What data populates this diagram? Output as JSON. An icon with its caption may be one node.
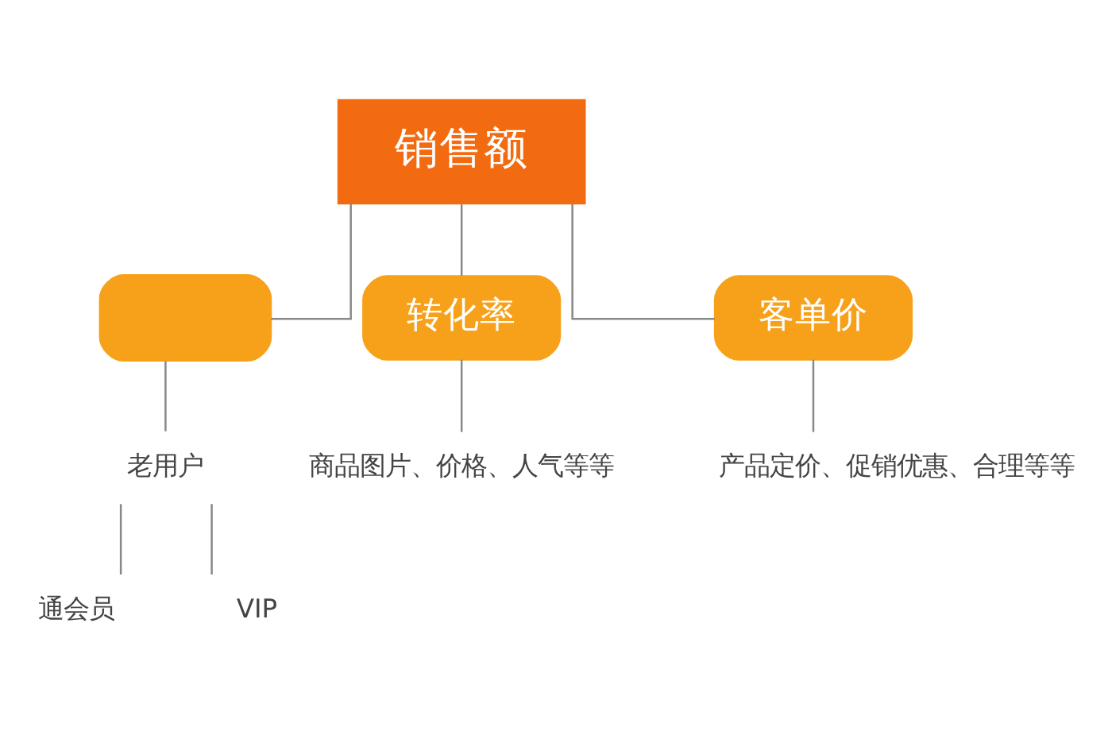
{
  "diagram": {
    "nodes": [
      {
        "text": [
          "销售额"
        ]
      },
      {
        "text": [],
        "shape": "box"
      },
      {
        "text": [
          "转化率"
        ]
      },
      {
        "text": [
          "客单价"
        ]
      },
      {
        "text": [
          "老用户"
        ]
      },
      {
        "text": [
          "通会员"
        ]
      },
      {
        "text": [
          "VIP"
        ]
      },
      {
        "text": [
          "商品图片、价格、人气等等"
        ]
      },
      {
        "text": [
          "产品定价、促销优惠、合理等等"
        ]
      }
    ],
    "edges": [
      {
        "from": 0,
        "to": 1,
        "arrow": "none"
      },
      {
        "from": 0,
        "to": 2,
        "arrow": "none"
      },
      {
        "from": 0,
        "to": 3,
        "arrow": "none"
      },
      {
        "from": 1,
        "to": 4,
        "arrow": "none"
      },
      {
        "from": 4,
        "to": 5,
        "arrow": "none"
      },
      {
        "from": 4,
        "to": 6,
        "arrow": "none"
      },
      {
        "from": 2,
        "to": 7,
        "arrow": "none"
      },
      {
        "from": 3,
        "to": 8,
        "arrow": "none"
      }
    ]
  }
}
